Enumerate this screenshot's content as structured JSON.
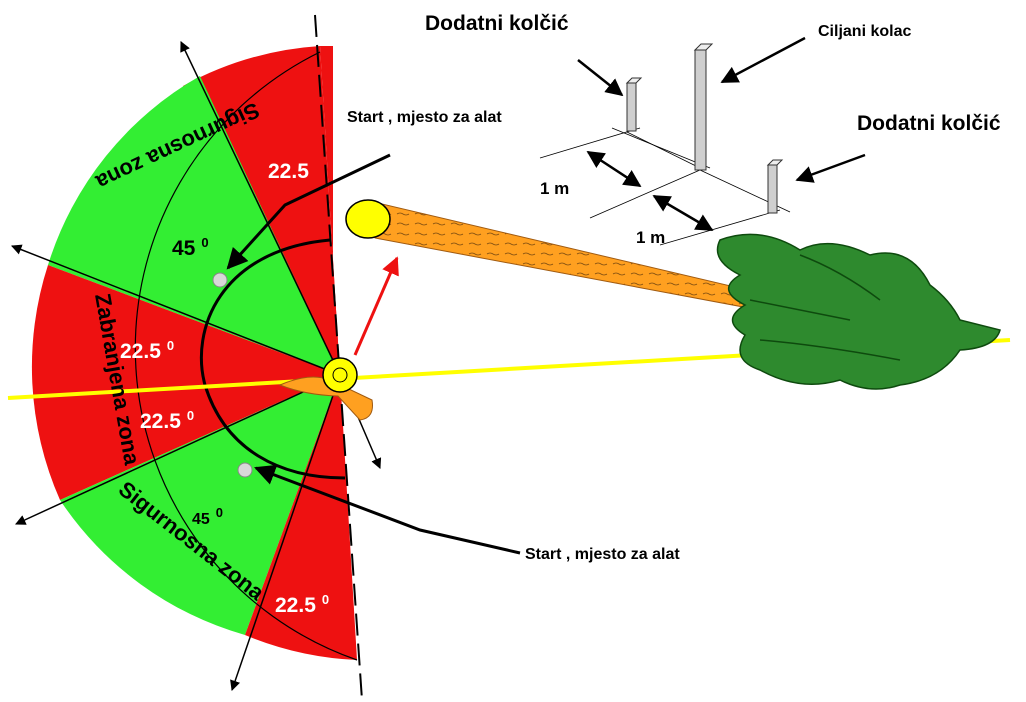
{
  "labels": {
    "dodatni_top": "Dodatni kolčić",
    "dodatni_right": "Dodatni kolčić",
    "ciljani": "Ciljani kolac",
    "start_top": "Start , mjesto za alat",
    "start_bottom": "Start , mjesto za alat",
    "dist_1": "1 m",
    "dist_2": "1 m"
  },
  "zones": {
    "safety_zone_top": "Sigurnosna zona",
    "safety_zone_bottom": "Sigurnosna zona",
    "forbidden_zone": "Zabranjena zona"
  },
  "angles": {
    "a_top_red": "22.5",
    "a_top_green": "45",
    "a_top_green_sup": "0",
    "a_mid_upper": "22.5",
    "a_mid_upper_sup": "0",
    "a_mid_lower": "22.5",
    "a_mid_lower_sup": "0",
    "a_bot_green": "45",
    "a_bot_green_sup": "0",
    "a_bot_red": "22.5",
    "a_bot_red_sup": "0"
  },
  "colors": {
    "green": "#33ee33",
    "red": "#ee1111",
    "yellow": "#ffff00",
    "orange": "#ffa020",
    "tree_green": "#2e8a2e"
  }
}
